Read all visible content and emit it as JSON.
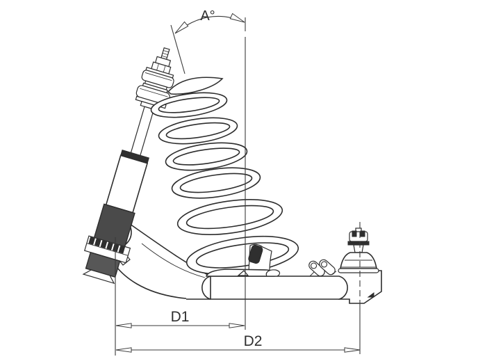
{
  "annotations": {
    "angle": "A°",
    "dimension_1": "D1",
    "dimension_2": "D2"
  },
  "colors": {
    "background": "#ffffff",
    "line": "#2d2d2d",
    "dimension_line": "#3a3a3a",
    "thread_fill": "#4a4a4a",
    "shade_fill": "#575757",
    "dark_fill": "#2f2f2f"
  }
}
